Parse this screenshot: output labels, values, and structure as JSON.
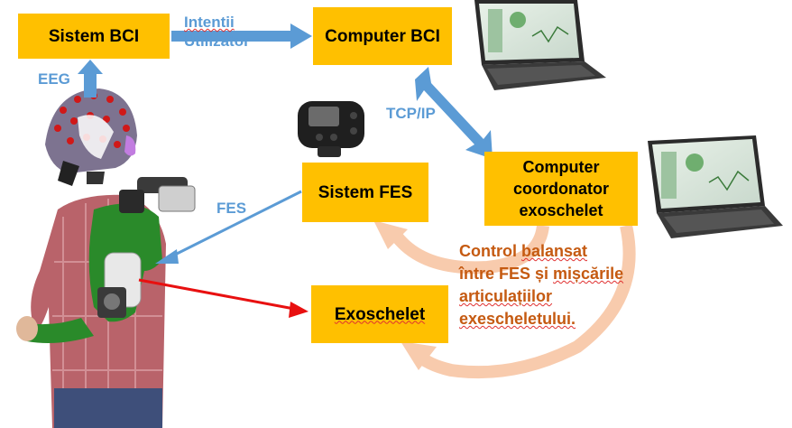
{
  "boxes": {
    "sistem_bci": "Sistem BCI",
    "computer_bci": "Computer BCI",
    "sistem_fes": "Sistem FES",
    "coordonator": [
      "Computer",
      "coordonator",
      "exoschelet"
    ],
    "exoschelet": "Exoschelet"
  },
  "labels": {
    "intentii": "Intentii",
    "utilizator": "Utilizator",
    "eeg": "EEG",
    "tcp": "TCP/IP",
    "fes": "FES"
  },
  "control": {
    "line1_a": "Control ",
    "line1_b": "balansat",
    "line2_a": "între FES și ",
    "line2_b": "mișcările",
    "line3": "articulațiilor",
    "line4": "exescheletului."
  },
  "colors": {
    "box": "#ffc000",
    "blue_label": "#5b9bd5",
    "arrow_blue": "#5b9bd5",
    "arrow_red": "#e81010",
    "control_text": "#c55a11",
    "curved_arrow": "#f8cbad"
  },
  "icons": [
    "eeg-cap-icon",
    "fes-device-icon",
    "laptop-icon",
    "laptop-icon",
    "person-exoskeleton-icon"
  ]
}
